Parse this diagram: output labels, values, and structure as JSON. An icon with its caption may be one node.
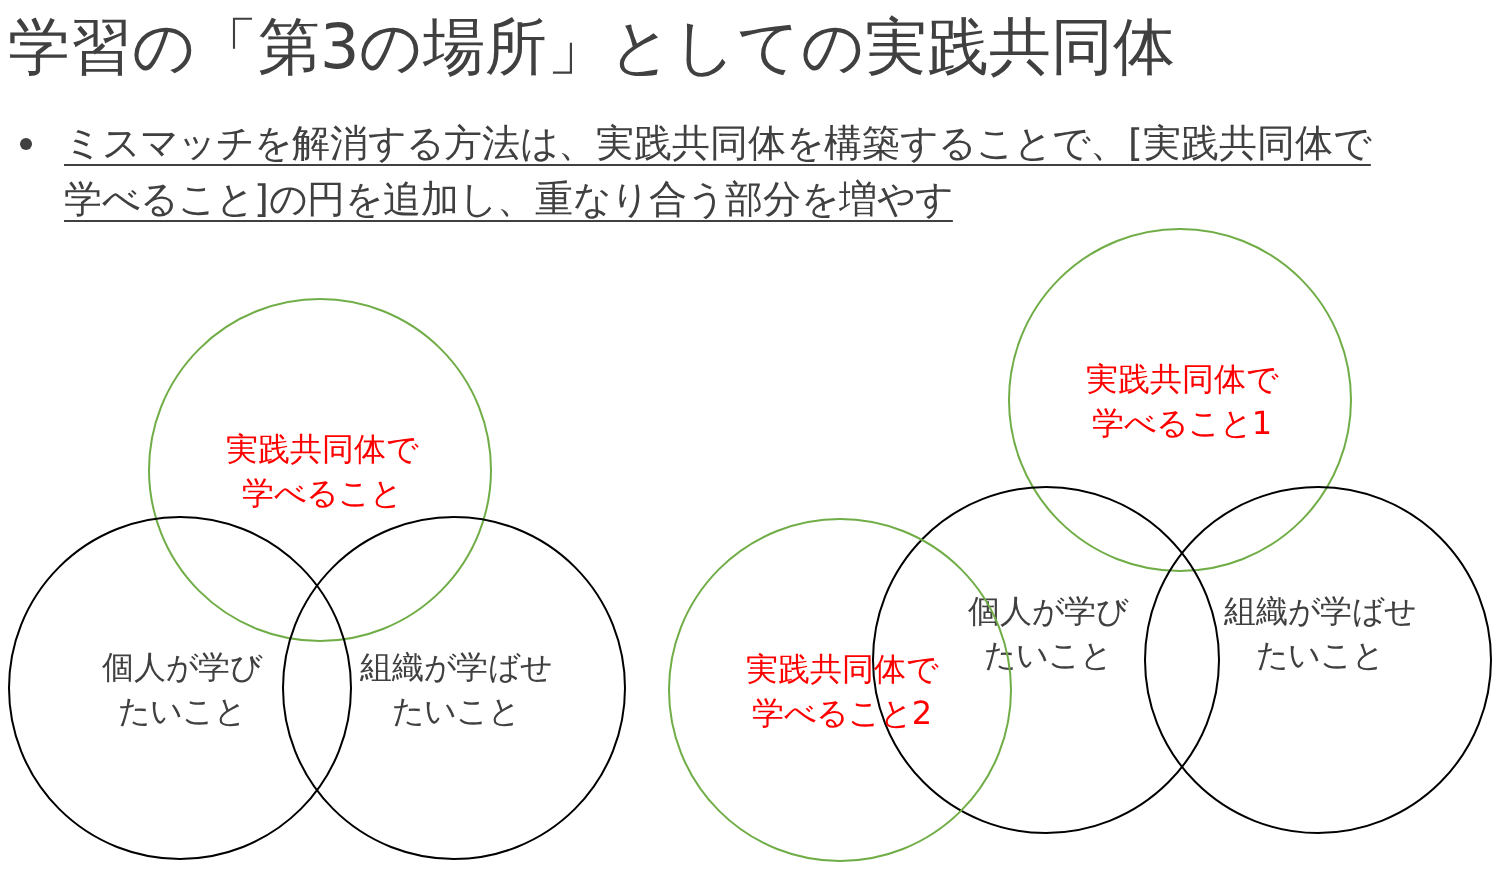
{
  "diagram": {
    "title": "学習の「第3の場所」としての実践共同体",
    "nodes": [
      {
        "text": [
          "実践共同体で学べること"
        ]
      },
      {
        "text": [
          "個人が学びたいこと"
        ]
      },
      {
        "text": [
          "組織が学ばせたいこと"
        ]
      },
      {
        "text": [
          "実践共同体で学べること1"
        ]
      },
      {
        "text": [
          "個人が学びたいこと"
        ]
      },
      {
        "text": [
          "組織が学ばせたいこと"
        ]
      },
      {
        "text": [
          "実践共同体で学べること2"
        ]
      }
    ],
    "edges": [],
    "labels": [
      "ミスマッチを解消する方法は、実践共同体を構築することで、[実践共同体で学べること]の円を追加し、重なり合う部分を増やす"
    ]
  }
}
